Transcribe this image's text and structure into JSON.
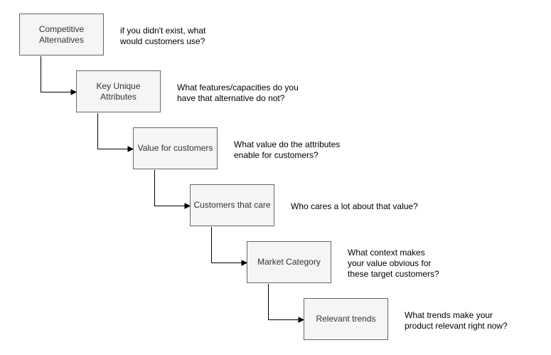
{
  "steps": [
    {
      "label": "Competitive\nAlternatives",
      "question": "if you didn't exist, what\nwould customers use?"
    },
    {
      "label": "Key Unique\nAttributes",
      "question": "What features/capacities do you\nhave that alternative do not?"
    },
    {
      "label": "Value for customers",
      "question": "What value do the attributes\nenable for customers?"
    },
    {
      "label": "Customers that care",
      "question": "Who cares a lot about that value?"
    },
    {
      "label": "Market Category",
      "question": "What context makes\nyour value obvious for\nthese target customers?"
    },
    {
      "label": "Relevant trends",
      "question": "What trends make your\nproduct relevant right now?"
    }
  ],
  "colors": {
    "box_fill": "#f5f5f5",
    "box_stroke": "#666666",
    "label_text": "#333333",
    "question_text": "#000000",
    "connector": "#000000"
  }
}
